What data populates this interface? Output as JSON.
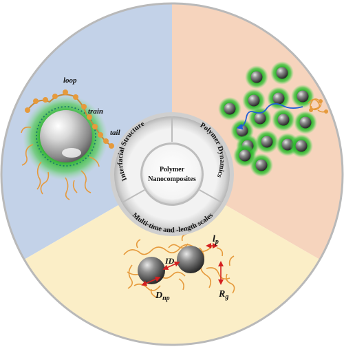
{
  "center": {
    "line1": "Polymer",
    "line2": "Nanocomposites"
  },
  "ring": {
    "left": "Interfacial Structure",
    "right": "Polymer Dynamics",
    "bottom": "Multi-time and -length scales"
  },
  "interfacial_labels": {
    "loop": "loop",
    "train": "train",
    "tail": "tail"
  },
  "scale_labels": {
    "lp_main": "l",
    "lp_sub": "p",
    "id": "ID",
    "dnp_main": "D",
    "dnp_sub": "np",
    "rg_main": "R",
    "rg_sub": "g"
  },
  "colors": {
    "sector_blue": "#c3d2e8",
    "sector_peach": "#f6d4bd",
    "sector_yellow": "#fbeec7",
    "ring_gray": "#c9c9c9",
    "chain_orange": "#e69a3c",
    "glow_green": "#3cc43c",
    "arrow_red": "#d42020",
    "arrow_blue": "#1f5fd6"
  }
}
